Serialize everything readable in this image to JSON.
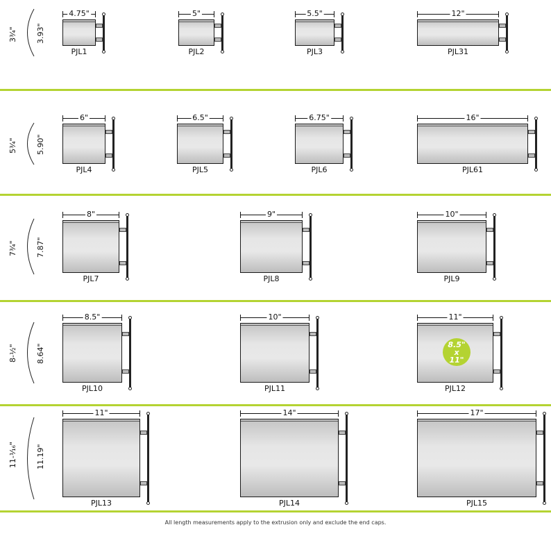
{
  "rows": [
    {
      "size_label": "3¾\"",
      "height": "3.93\"",
      "signs": [
        {
          "width": "4.75\"",
          "model": "PJL1"
        },
        {
          "width": "5\"",
          "model": "PJL2"
        },
        {
          "width": "5.5\"",
          "model": "PJL3"
        },
        {
          "width": "12\"",
          "model": "PJL31"
        }
      ]
    },
    {
      "size_label": "5¾\"",
      "height": "5.90\"",
      "signs": [
        {
          "width": "6\"",
          "model": "PJL4"
        },
        {
          "width": "6.5\"",
          "model": "PJL5"
        },
        {
          "width": "6.75\"",
          "model": "PJL6"
        },
        {
          "width": "16\"",
          "model": "PJL61"
        }
      ]
    },
    {
      "size_label": "7¾\"",
      "height": "7.87\"",
      "signs": [
        {
          "width": "8\"",
          "model": "PJL7"
        },
        {
          "width": "9\"",
          "model": "PJL8"
        },
        {
          "width": "10\"",
          "model": "PJL9"
        }
      ]
    },
    {
      "size_label": "8-½\"",
      "height": "8.64\"",
      "signs": [
        {
          "width": "8.5\"",
          "model": "PJL10"
        },
        {
          "width": "10\"",
          "model": "PJL11"
        },
        {
          "width": "11\"",
          "model": "PJL12"
        }
      ]
    },
    {
      "size_label": "11-¹⁄₁₆\"",
      "height": "11.19\"",
      "signs": [
        {
          "width": "11\"",
          "model": "PJL13"
        },
        {
          "width": "14\"",
          "model": "PJL14"
        },
        {
          "width": "17\"",
          "model": "PJL15"
        }
      ]
    }
  ],
  "badge": {
    "line1": "8.5\"",
    "line2": "x",
    "line3": "11\""
  },
  "footnote": "All length measurements apply to the extrusion only and exclude the end caps.",
  "colors": {
    "accent": "#b4d332",
    "panel": "#d9d9d9",
    "frame": "#1a1a1a"
  }
}
